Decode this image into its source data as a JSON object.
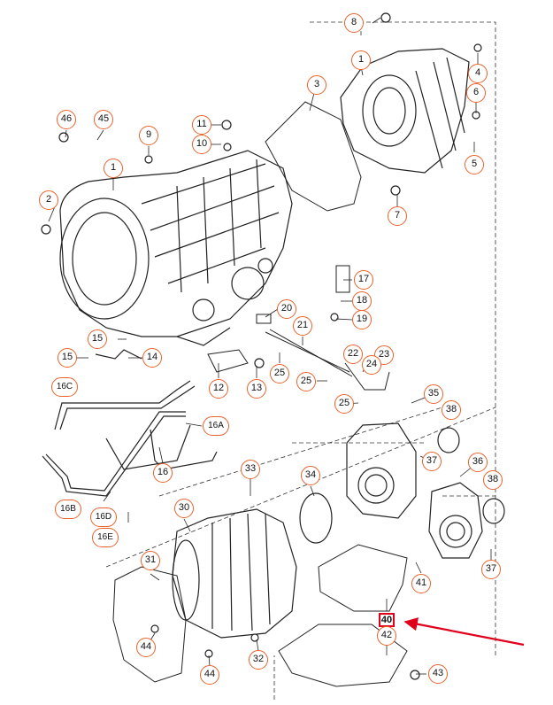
{
  "parts": {
    "p1a": "1",
    "p1b": "1",
    "p2": "2",
    "p3": "3",
    "p4": "4",
    "p5": "5",
    "p6": "6",
    "p7": "7",
    "p8": "8",
    "p9": "9",
    "p10": "10",
    "p11": "11",
    "p12": "12",
    "p13": "13",
    "p14": "14",
    "p15a": "15",
    "p15b": "15",
    "p16": "16",
    "p16A": "16A",
    "p16B": "16B",
    "p16C": "16C",
    "p16D": "16D",
    "p16E": "16E",
    "p17": "17",
    "p18": "18",
    "p19": "19",
    "p20": "20",
    "p21": "21",
    "p22": "22",
    "p23": "23",
    "p24": "24",
    "p25a": "25",
    "p25b": "25",
    "p25c": "25",
    "p30": "30",
    "p31": "31",
    "p32": "32",
    "p33": "33",
    "p34": "34",
    "p35": "35",
    "p36": "36",
    "p37a": "37",
    "p37b": "37",
    "p38a": "38",
    "p38b": "38",
    "p40": "40",
    "p41": "41",
    "p42": "42",
    "p43": "43",
    "p44a": "44",
    "p44b": "44",
    "p45": "45",
    "p46": "46"
  },
  "colors": {
    "callout_border": "#e8622a",
    "highlight": "#e0001b",
    "arrow": "#e0001b",
    "line": "#222222"
  }
}
